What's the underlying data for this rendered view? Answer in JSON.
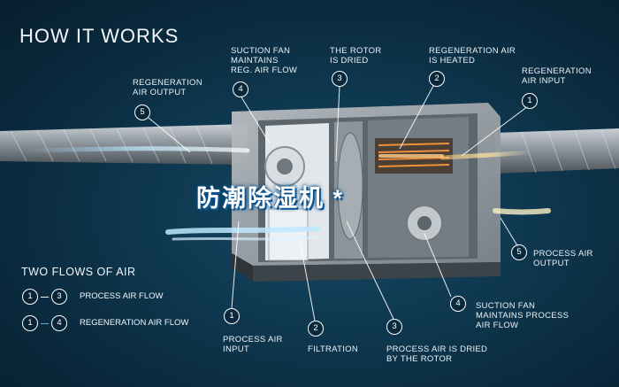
{
  "title": "HOW IT WORKS",
  "watermark": "防潮除湿机 *",
  "callouts": [
    {
      "number": "5",
      "label": "REGENERATION\nAIR OUTPUT"
    },
    {
      "number": "4",
      "label": "SUCTION FAN\nMAINTAINS\nREG. AIR FLOW"
    },
    {
      "number": "3",
      "label": "THE ROTOR\nIS DRIED"
    },
    {
      "number": "2",
      "label": "REGENERATION AIR\nIS HEATED"
    },
    {
      "number": "1",
      "label": "REGENERATION\nAIR INPUT"
    },
    {
      "number": "5",
      "label": "PROCESS AIR\nOUTPUT"
    },
    {
      "number": "4",
      "label": "SUCTION FAN\nMAINTAINS PROCESS\nAIR FLOW"
    },
    {
      "number": "3",
      "label": "PROCESS AIR IS DRIED\nBY THE ROTOR"
    },
    {
      "number": "2",
      "label": "FILTRATION"
    },
    {
      "number": "1",
      "label": "PROCESS AIR\nINPUT"
    }
  ],
  "legend": {
    "title": "TWO FLOWS OF AIR",
    "items": [
      {
        "from": "1",
        "to": "3",
        "label": "PROCESS AIR FLOW"
      },
      {
        "from": "1",
        "to": "4",
        "label": "REGENERATION AIR FLOW"
      }
    ]
  }
}
